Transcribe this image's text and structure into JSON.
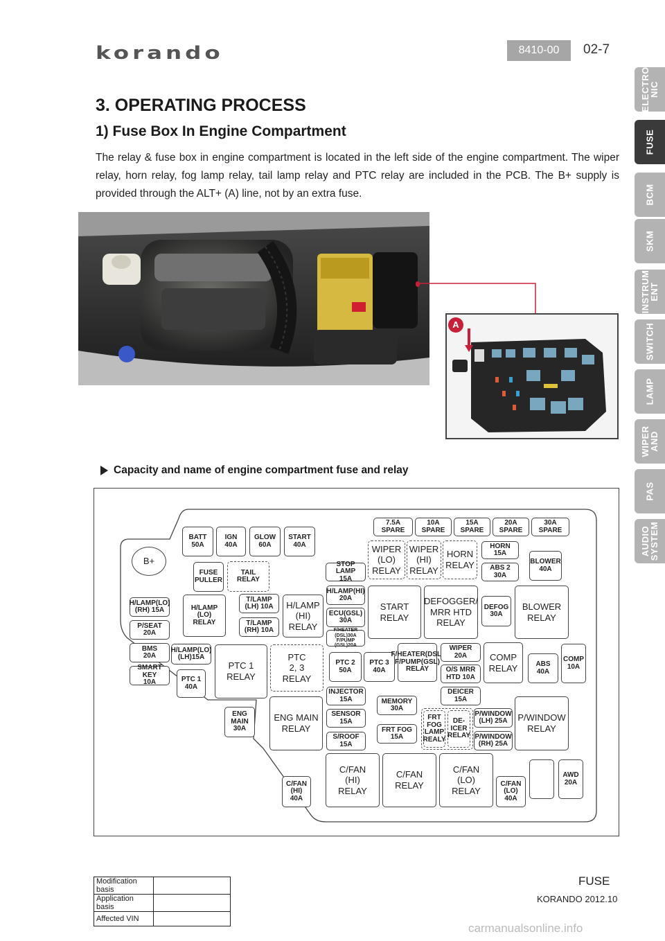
{
  "header": {
    "logo": "korando",
    "doc_code": "8410-00",
    "page_number": "02-7"
  },
  "content": {
    "section_title": "3. OPERATING PROCESS",
    "subsection_title": "1) Fuse Box In Engine Compartment",
    "paragraph": "The relay & fuse box in engine compartment is located in the left side of the engine compartment. The wiper relay, horn relay, fog lamp relay, tail lamp relay and PTC relay are included in the PCB. The B+ supply is provided through the ALT+ (A) line, not by an extra fuse.",
    "callout_marker": "A",
    "caption": "Capacity and name of engine compartment fuse and relay"
  },
  "diagram": {
    "b_plus": "B+",
    "batt": "BATT\n50A",
    "ign": "IGN\n40A",
    "glow": "GLOW\n60A",
    "start_fuse": "START\n40A",
    "spare_75": "7.5A\nSPARE",
    "spare_10": "10A\nSPARE",
    "spare_15": "15A\nSPARE",
    "spare_20": "20A\nSPARE",
    "spare_30": "30A\nSPARE",
    "fuse_puller": "FUSE\nPULLER",
    "tail_relay": "TAIL\nRELAY",
    "stop_lamp": "STOP LAMP\n15A",
    "wiper_lo_relay": "WIPER\n(LO)\nRELAY",
    "wiper_hi_relay": "WIPER\n(HI)\nRELAY",
    "horn_relay": "HORN\nRELAY",
    "horn_fuse": "HORN\n15A",
    "abs2": "ABS 2\n30A",
    "blower_fuse": "BLOWER\n40A",
    "hlamp_lo_rh": "H/LAMP(LO)\n(RH) 15A",
    "pseat": "P/SEAT\n20A",
    "bms": "BMS\n20A",
    "smart_key": "SMART KEY\n10A",
    "hlamp_lo_relay": "H/LAMP\n(LO)\nRELAY",
    "tlamp_lh": "T/LAMP\n(LH) 10A",
    "tlamp_rh": "T/LAMP\n(RH) 10A",
    "hlamp_hi_relay": "H/LAMP\n(HI)\nRELAY",
    "hlamp_hi_fuse": "H/LAMP(HI)\n20A",
    "ecu_gsl": "ECU(GSL)\n30A",
    "fheater": "F/HEATER (DSL)30A\nF/PUMP (GSL)20A",
    "start_relay": "START\nRELAY",
    "defogger_relay": "DEFOGGER/\nMRR HTD\nRELAY",
    "defog_fuse": "DEFOG\n30A",
    "blower_relay": "BLOWER\nRELAY",
    "hlamp_lo_lh": "H/LAMP(LO)\n(LH)15A",
    "ptc1_fuse": "PTC 1\n40A",
    "ptc1_relay": "PTC 1\nRELAY",
    "ptc23_relay": "PTC\n2, 3\nRELAY",
    "ptc2": "PTC 2\n50A",
    "ptc3": "PTC 3\n40A",
    "fheater_relay": "F/HEATER(DSL)\nF/PUMP(GSL)\nRELAY",
    "wiper_fuse": "WIPER\n20A",
    "os_mrr": "O/S MRR\nHTD 10A",
    "comp_relay": "COMP\nRELAY",
    "abs_fuse": "ABS\n40A",
    "comp_fuse": "COMP\n10A",
    "injector": "INJECTOR\n15A",
    "memory": "MEMORY\n30A",
    "deicer_fuse": "DEICER\n15A",
    "eng_main_fuse": "ENG\nMAIN\n30A",
    "eng_main_relay": "ENG MAIN\nRELAY",
    "sensor": "SENSOR\n15A",
    "sroof": "S/ROOF\n15A",
    "frt_fog_fuse": "FRT FOG\n15A",
    "frt_fog_relay": "FRT\nFOG\nLAMP\nREALY",
    "deicer_relay": "DE-\nICER\nRELAY",
    "pwindow_lh": "P/WINDOW\n(LH) 25A",
    "pwindow_rh": "P/WINDOW\n(RH) 25A",
    "pwindow_relay": "P/WINDOW\nRELAY",
    "cfan_hi_fuse": "C/FAN\n(HI)\n40A",
    "cfan_hi_relay": "C/FAN\n(HI)\nRELAY",
    "cfan_relay": "C/FAN\nRELAY",
    "cfan_lo_relay": "C/FAN\n(LO)\nRELAY",
    "cfan_lo_fuse": "C/FAN\n(LO)\n40A",
    "awd": "AWD\n20A"
  },
  "sidebar": {
    "tabs": [
      "ELECTRO\nNIC",
      "FUSE",
      "BCM",
      "SKM",
      "INSTRUM\nENT",
      "SWITCH",
      "LAMP",
      "WIPER\nAND",
      "PAS",
      "AUDIO\nSYSTEM"
    ],
    "active": "FUSE"
  },
  "basis_table": {
    "rows": [
      "Modification basis",
      "Application basis",
      "Affected VIN"
    ]
  },
  "footer": {
    "section": "FUSE",
    "model": "KORANDO 2012.10",
    "watermark": "carmanualsonline.info"
  }
}
